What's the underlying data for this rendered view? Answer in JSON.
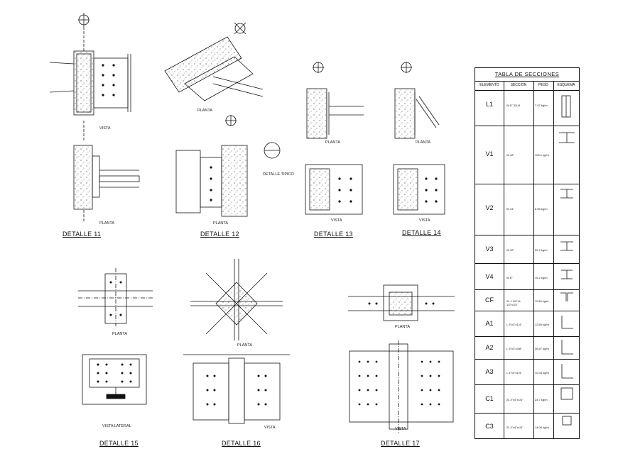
{
  "details": {
    "d11": {
      "title": "DETALLE 11",
      "vista": "VISTA",
      "planta": "PLANTA"
    },
    "d12": {
      "title": "DETALLE 12",
      "planta_top": "PLANTA",
      "planta": "PLANTA",
      "detalle_tipico": "DETALLE TIPICO"
    },
    "d13": {
      "title": "DETALLE 13",
      "planta": "PLANTA",
      "vista": "VISTA"
    },
    "d14": {
      "title": "DETALLE 14",
      "planta": "PLANTA",
      "vista": "VISTA"
    },
    "d15": {
      "title": "DETALLE 15",
      "planta": "PLANTA",
      "vista_lateral": "VISTA LATERAL"
    },
    "d16": {
      "title": "DETALLE 16",
      "planta": "PLANTA",
      "vista": "VISTA"
    },
    "d17": {
      "title": "DETALLE 17",
      "planta": "PLANTA",
      "vista": "VISTA"
    }
  },
  "table": {
    "title": "TABLA DE SECCIONES",
    "headers": [
      "ELEMENTO",
      "SECCION",
      "PESO",
      "ESQUEMA"
    ],
    "rows": [
      {
        "el": "L1",
        "sec": "W 8\" 31LB",
        "wt": "7.07 kg/m"
      },
      {
        "el": "V1",
        "sec": "W 12\"",
        "wt": "109.1 kg/m"
      },
      {
        "el": "V2",
        "sec": "W 14\"",
        "wt": "6.55 kg/m"
      },
      {
        "el": "V3",
        "sec": "W 12\"",
        "wt": "20.7 kg/m"
      },
      {
        "el": "V4",
        "sec": "W 8\"",
        "wt": "15.2 kg/m"
      },
      {
        "el": "CF",
        "sec": "2L 1 1/2\"x1 1/2\"x1/4\"",
        "wt": "11.56 kg/m"
      },
      {
        "el": "A1",
        "sec": "L 3\"x3\"x1/4\"",
        "wt": "12.65 kg/m"
      },
      {
        "el": "A2",
        "sec": "L 3\"x3\"x3/8\"",
        "wt": "26.67 kg/m"
      },
      {
        "el": "A3",
        "sec": "L 4\"x4\"x1/4\"",
        "wt": "10.34 kg/m"
      },
      {
        "el": "C1",
        "sec": "2L 4\"x4\"x1/4\"",
        "wt": "24.7 kg/m"
      },
      {
        "el": "C3",
        "sec": "2L 4\"x4\"x1/4\"",
        "wt": "14.06 kg/m"
      }
    ]
  }
}
